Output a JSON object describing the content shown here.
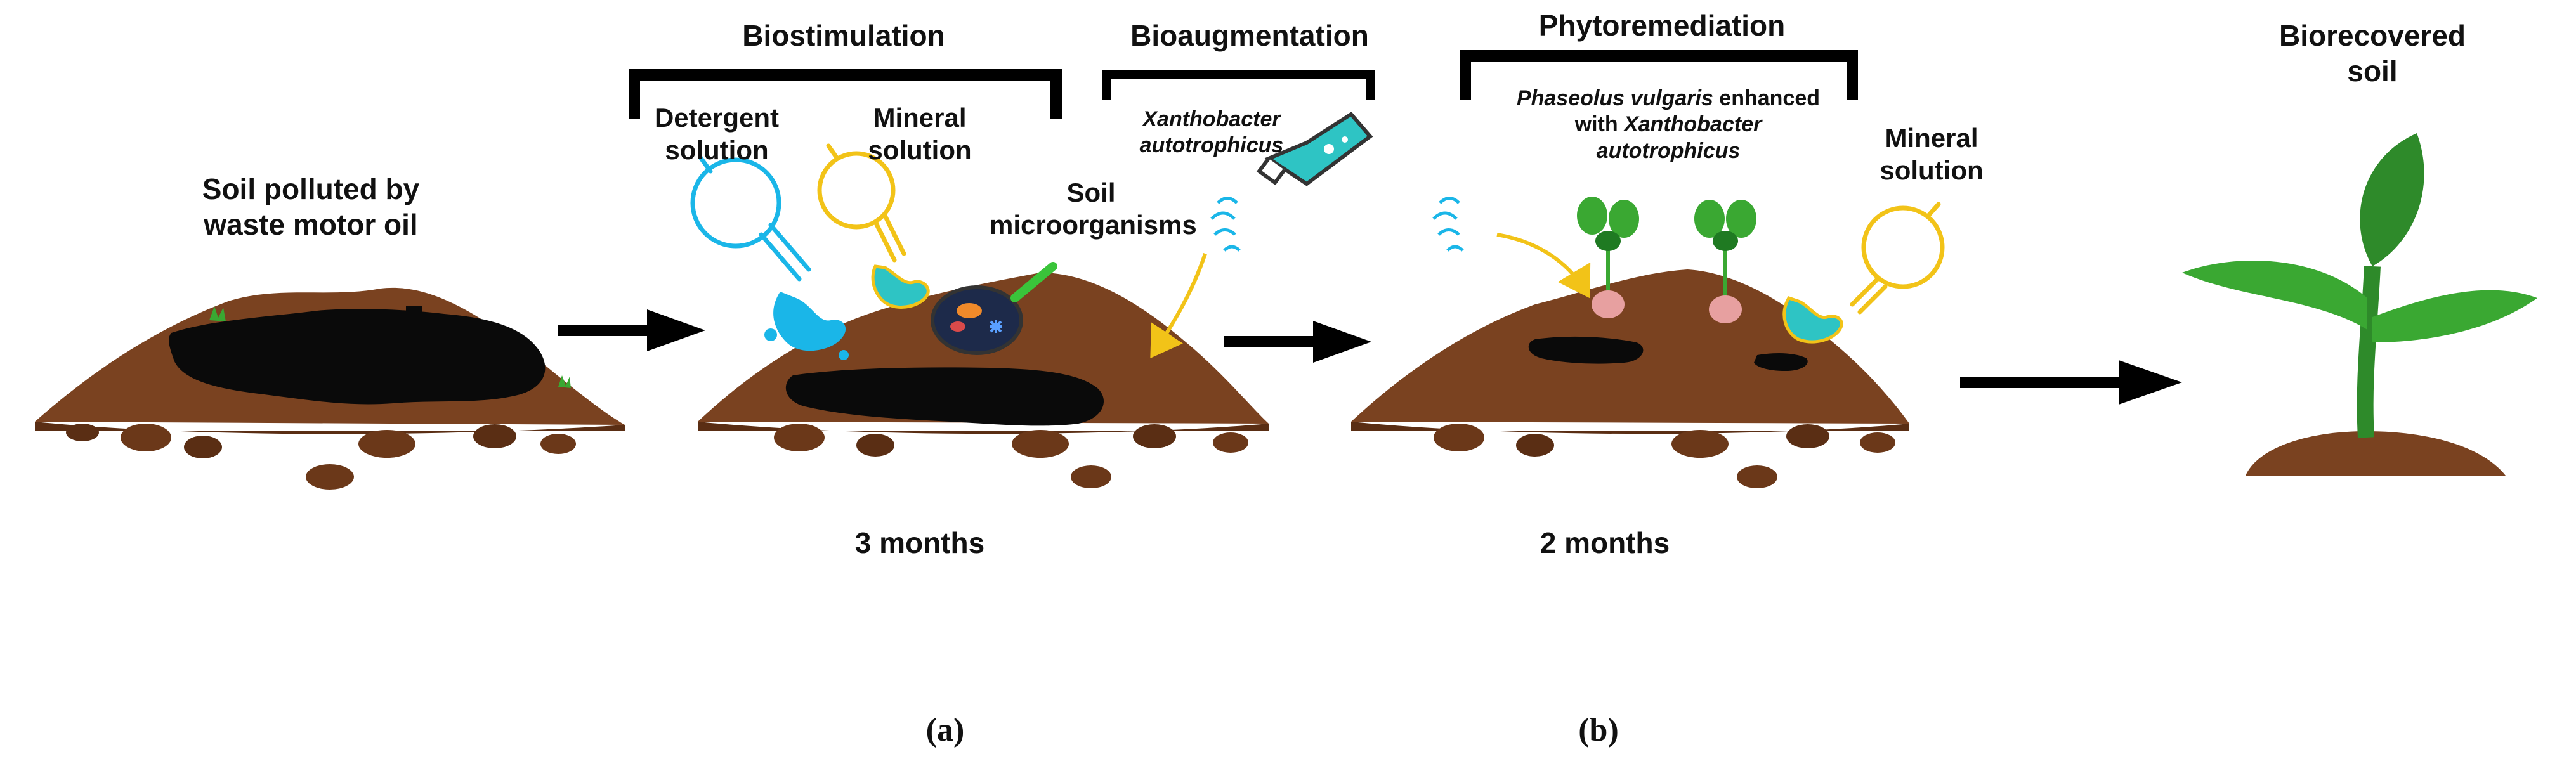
{
  "stages": {
    "polluted": {
      "line1": "Soil polluted by",
      "line2": "waste motor oil"
    },
    "biostimulation": {
      "title": "Biostimulation",
      "detergent": {
        "line1": "Detergent",
        "line2": "solution"
      },
      "mineral": {
        "line1": "Mineral",
        "line2": "solution"
      },
      "microorganisms": {
        "line1": "Soil",
        "line2": "microorganisms"
      }
    },
    "bioaugmentation": {
      "title": "Bioaugmentation",
      "bacterium": {
        "line1": "Xanthobacter",
        "line2": "autotrophicus"
      }
    },
    "phytoremediation": {
      "title": "Phytoremediation",
      "plant_line1_italic": "Phaseolus vulgaris",
      "plant_line1_rest": " enhanced",
      "plant_line2_prefix": "with ",
      "plant_line2_italic": "Xanthobacter",
      "plant_line3_italic": "autotrophicus",
      "mineral": {
        "line1": "Mineral",
        "line2": "solution"
      }
    },
    "recovered": {
      "line1": "Biorecovered",
      "line2": "soil"
    }
  },
  "durations": {
    "a": "3 months",
    "b": "2 months"
  },
  "panel_labels": {
    "a": "(a)",
    "b": "(b)"
  },
  "colors": {
    "soil": "#7a4220",
    "soil_dark": "#5a2e14",
    "oil": "#0a0a0a",
    "detergent": "#1ab6e8",
    "mineral": "#f2c318",
    "flask_liquid": "#2ec4c4",
    "leaf": "#3aa832",
    "leaf_dark": "#1f7a22",
    "arrow": "#000000"
  },
  "icons": [
    "soil-pile-icon",
    "oil-spill-icon",
    "arrow-right-icon",
    "round-flask-icon",
    "erlenmeyer-flask-icon",
    "petri-dish-icon",
    "bacteria-icon",
    "sprout-icon",
    "plant-icon"
  ]
}
